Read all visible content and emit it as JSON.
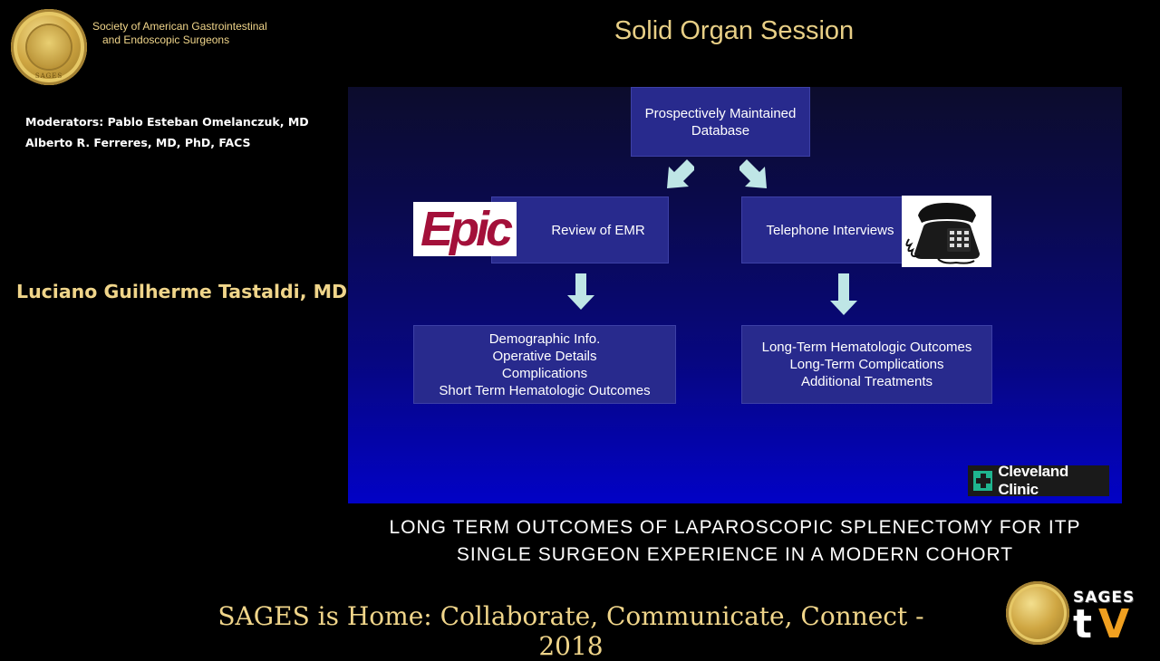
{
  "header": {
    "society_line1": "Society of American Gastrointestinal",
    "society_line2": "and Endoscopic Surgeons",
    "seal_text": "SAGES",
    "session_title": "Solid Organ Session"
  },
  "sidebar": {
    "moderators_line1": "Moderators: Pablo Esteban Omelanczuk, MD",
    "moderators_line2": "Alberto R. Ferreres, MD, PhD, FACS",
    "presenter": "Luciano Guilherme Tastaldi, MD"
  },
  "slide": {
    "top_box": {
      "line1": "Prospectively Maintained",
      "line2": "Database"
    },
    "left_box": {
      "label": "Review of EMR",
      "logo_text": "Epic"
    },
    "right_box": {
      "label": "Telephone Interviews"
    },
    "left_result": {
      "lines": [
        "Demographic Info.",
        "Operative Details",
        "Complications",
        "Short Term Hematologic Outcomes"
      ]
    },
    "right_result": {
      "lines": [
        "Long-Term Hematologic Outcomes",
        "Long-Term Complications",
        "Additional Treatments"
      ]
    },
    "institution_logo": "Cleveland Clinic",
    "colors": {
      "box_fill": "#282a8d",
      "arrow_fill": "#bfe6e6",
      "epic_red": "#a3103a",
      "cleveland_green": "#1fb58f"
    }
  },
  "talk_title": {
    "line1": "LONG TERM OUTCOMES OF LAPAROSCOPIC SPLENECTOMY FOR ITP",
    "line2": "SINGLE SURGEON EXPERIENCE IN A MODERN COHORT"
  },
  "footer": {
    "tagline": "SAGES is Home: Collaborate, Communicate, Connect - 2018",
    "brand_label": "SAGES",
    "brand_t": "t",
    "brand_v": "V"
  }
}
